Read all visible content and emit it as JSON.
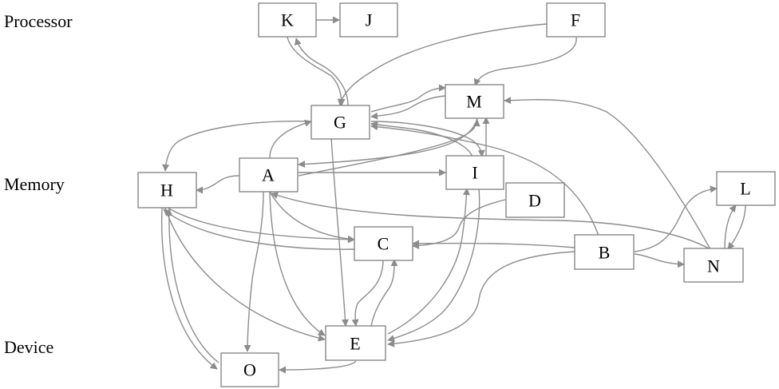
{
  "lanes": {
    "processor": "Processor",
    "memory": "Memory",
    "device": "Device"
  },
  "nodes": {
    "K": "K",
    "J": "J",
    "F": "F",
    "M": "M",
    "G": "G",
    "H": "H",
    "A": "A",
    "I": "I",
    "L": "L",
    "D": "D",
    "C": "C",
    "B": "B",
    "N": "N",
    "E": "E",
    "O": "O"
  },
  "colors": {
    "edge": "#8c8c8c",
    "box_stroke": "#7f7f7f",
    "text": "#000000"
  }
}
